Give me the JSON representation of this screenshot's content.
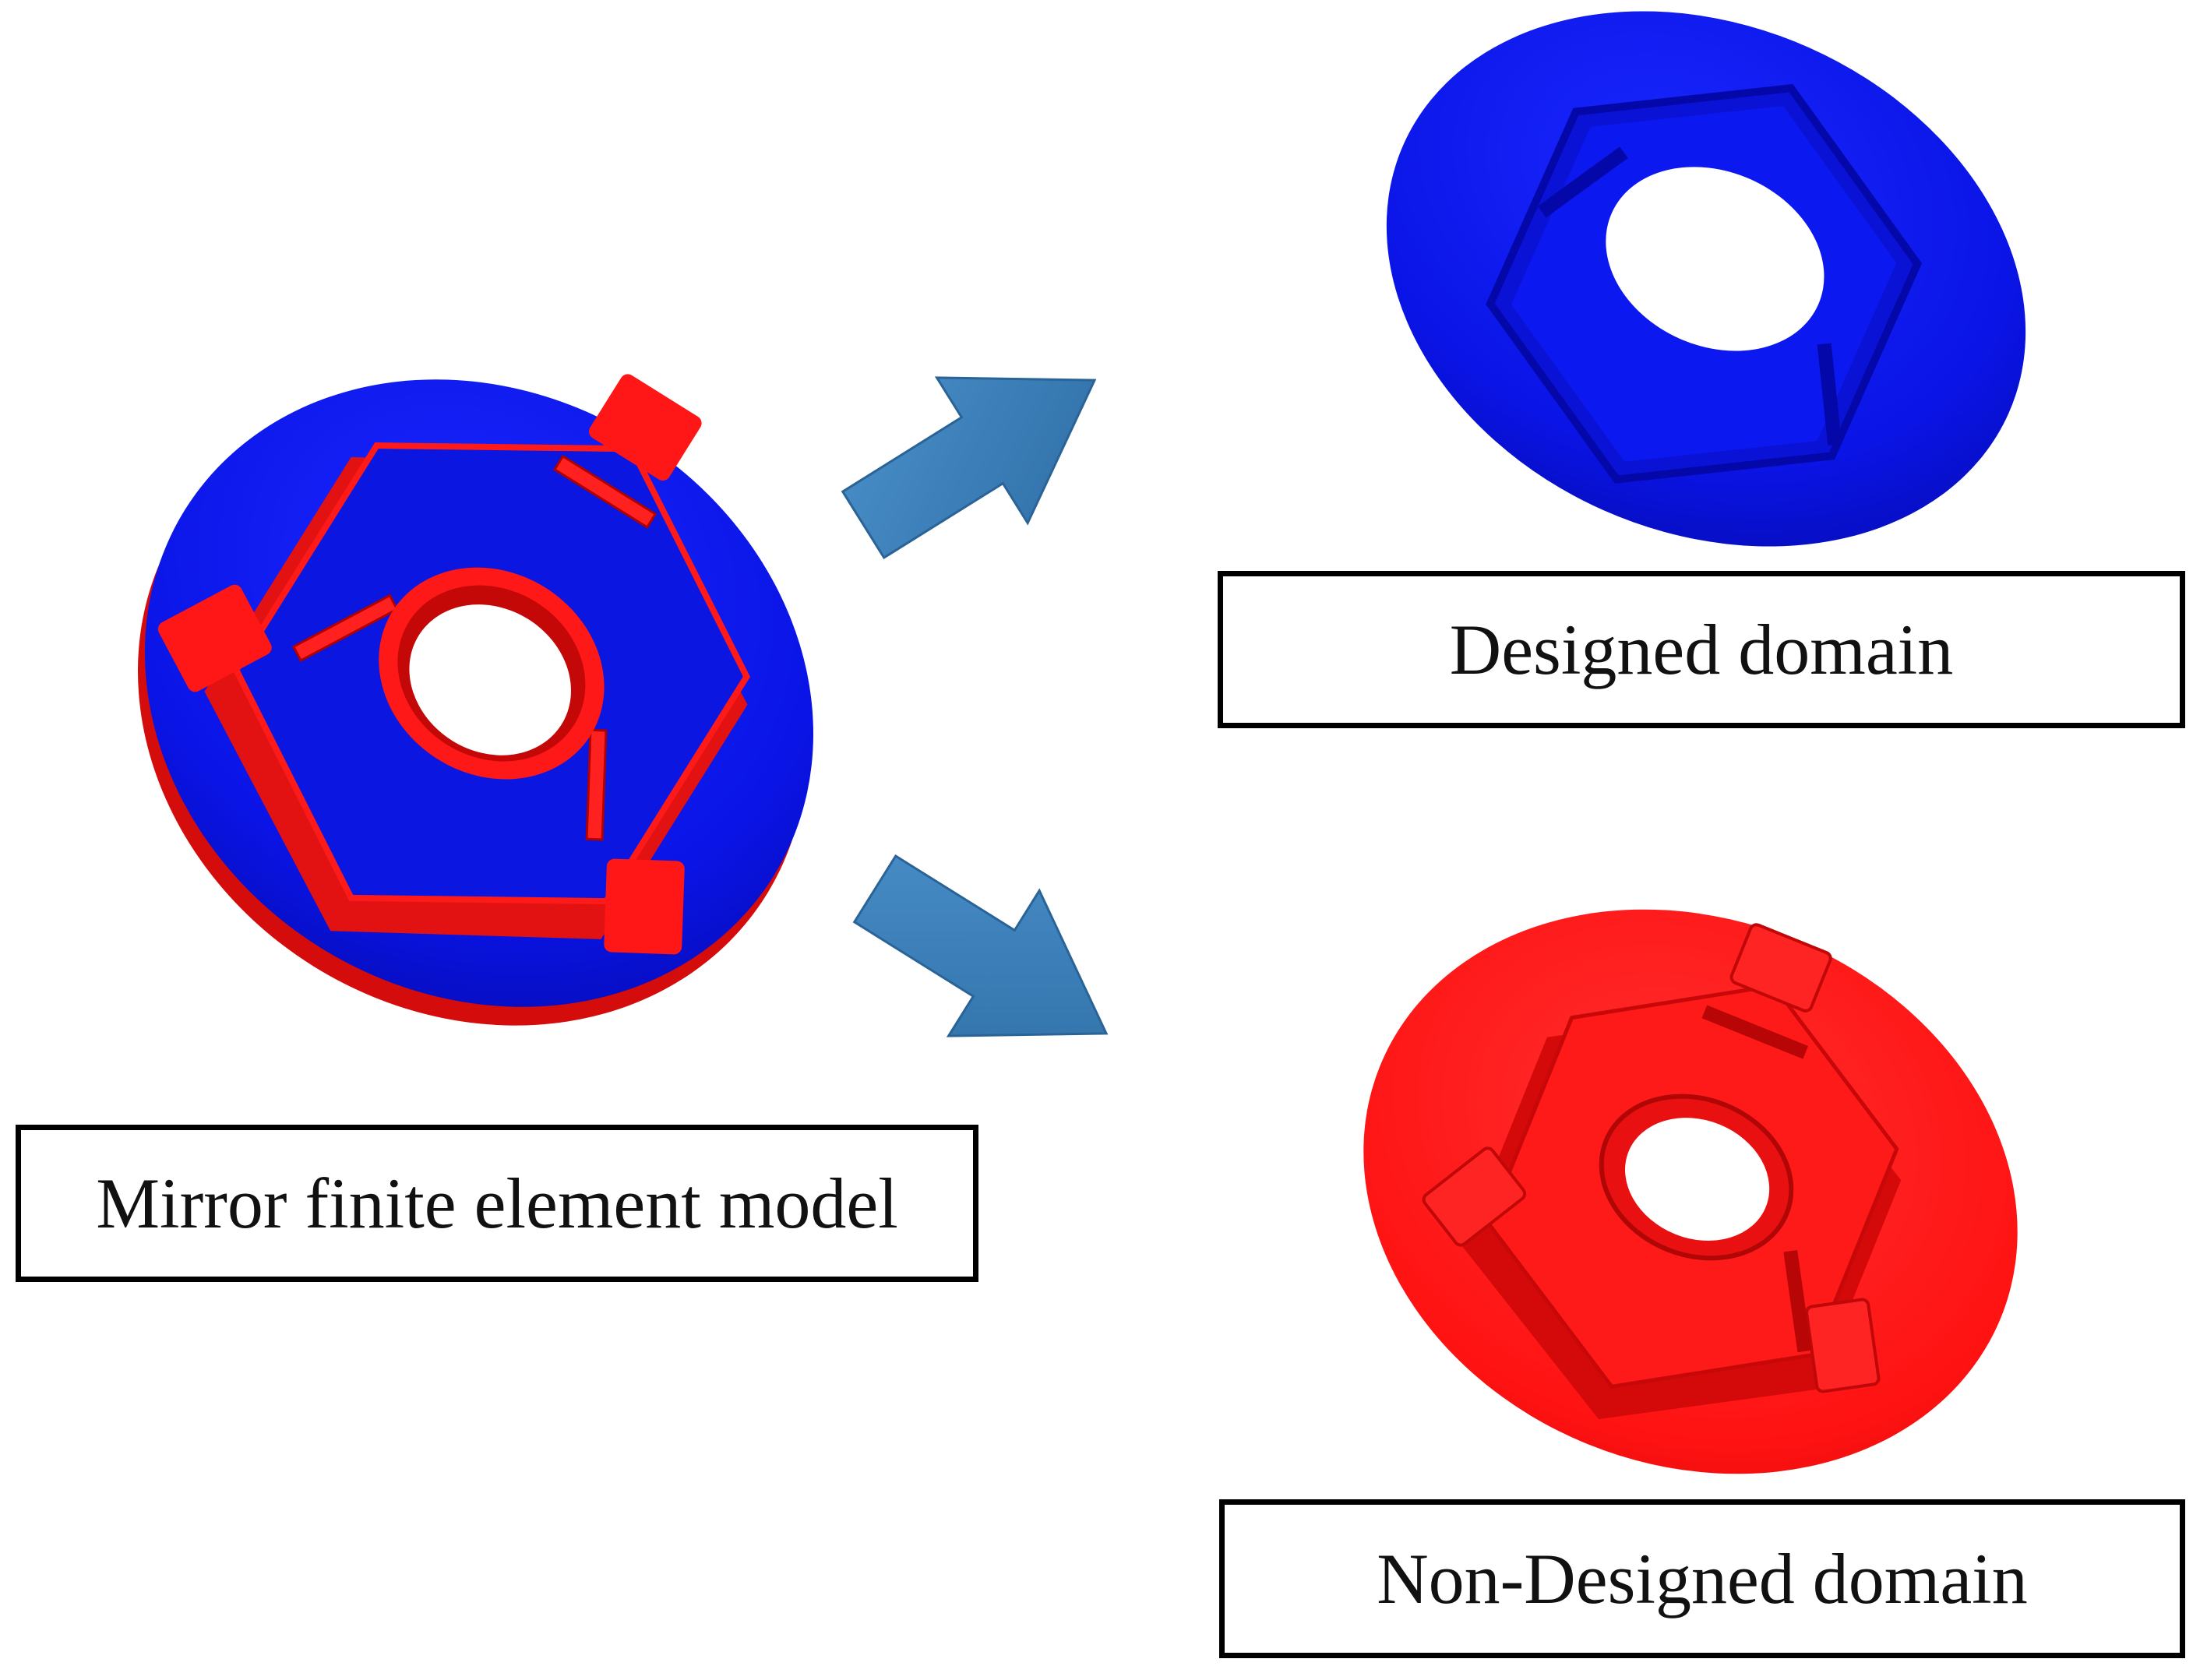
{
  "labels": {
    "mirror_model": "Mirror finite element model",
    "designed_domain": "Designed domain",
    "non_designed_domain": "Non-Designed domain"
  },
  "icons": {
    "mirror_model": "mirror-finite-element-model-icon",
    "designed_domain": "designed-domain-model-icon",
    "non_designed_domain": "non-designed-domain-model-icon",
    "arrow_up": "arrow-up-right-icon",
    "arrow_down": "arrow-down-right-icon"
  },
  "colors": {
    "designed_domain": "#0a14e6",
    "non_designed_domain": "#ff1414",
    "arrow": "#3d82bd",
    "arrow_shade": "#2f6fa6",
    "label_border": "#000000",
    "background": "#ffffff"
  }
}
